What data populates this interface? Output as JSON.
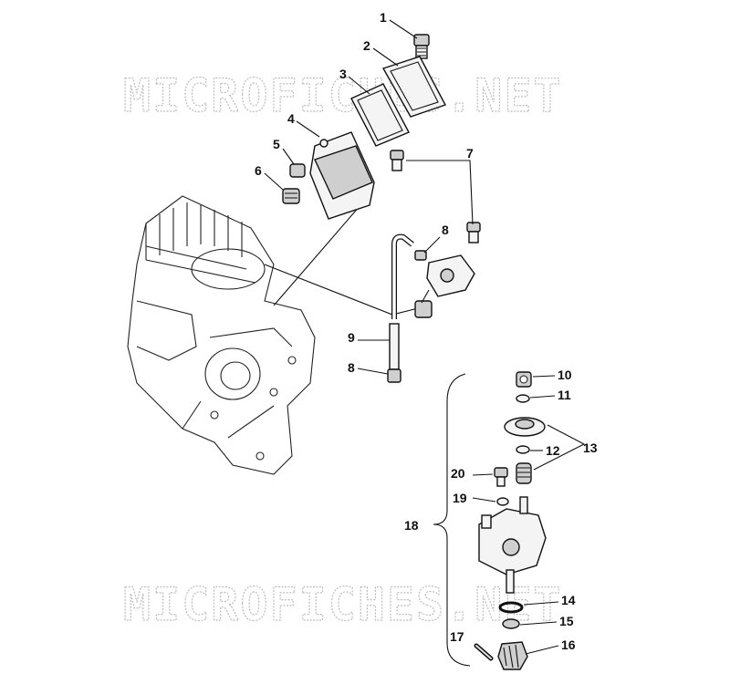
{
  "watermarks": [
    "MICROFICHES.NET",
    "MICROFICHES.NET"
  ],
  "callouts": {
    "c1": "1",
    "c2": "2",
    "c3": "3",
    "c4": "4",
    "c5": "5",
    "c6": "6",
    "c7": "7",
    "c8a": "8",
    "c9": "9",
    "c8b": "8",
    "c10": "10",
    "c11": "11",
    "c12": "12",
    "c13": "13",
    "c14": "14",
    "c15": "15",
    "c16": "16",
    "c17": "17",
    "c18": "18",
    "c19": "19",
    "c20": "20"
  }
}
